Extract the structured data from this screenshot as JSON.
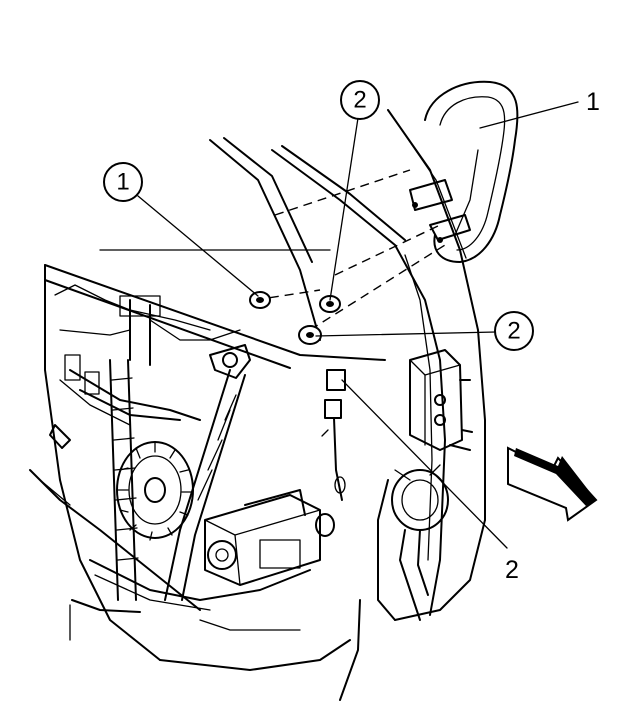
{
  "callouts": {
    "door_handle": "1",
    "fastener_circled_left": "1",
    "fastener_circled_top": "2",
    "fastener_circled_mid": "2",
    "connector_lower": "2"
  }
}
